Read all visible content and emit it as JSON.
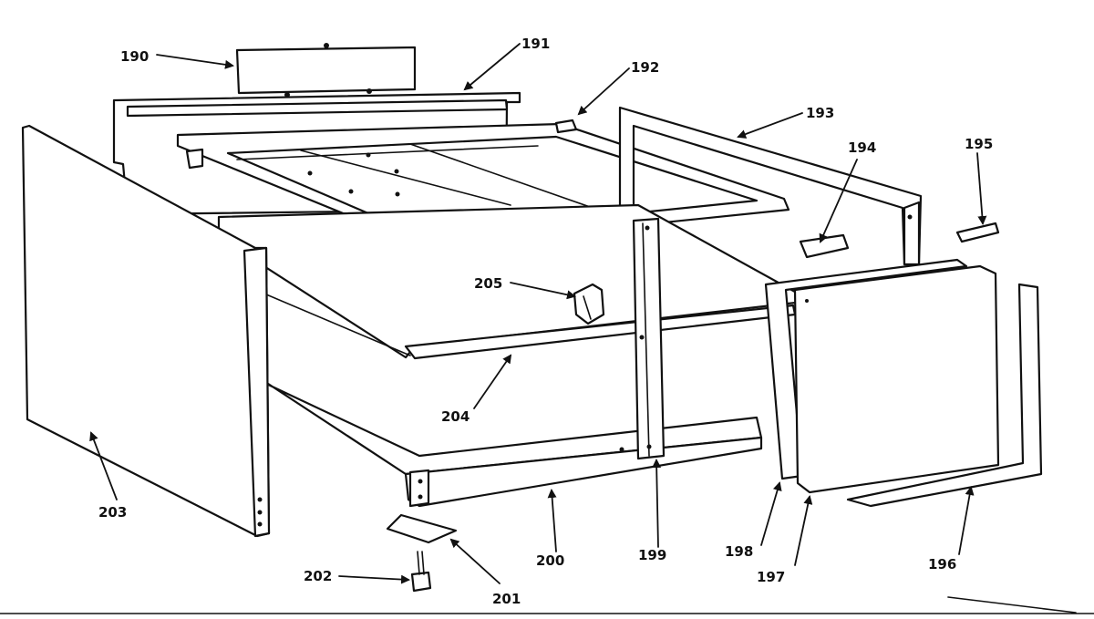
{
  "callouts": {
    "c190": "190",
    "c191": "191",
    "c192": "192",
    "c193": "193",
    "c194": "194",
    "c195": "195",
    "c196": "196",
    "c197": "197",
    "c198": "198",
    "c199": "199",
    "c200": "200",
    "c201": "201",
    "c202": "202",
    "c203": "203",
    "c204": "204",
    "c205": "205"
  },
  "colors": {
    "ink": "#111111",
    "paper": "#ffffff"
  }
}
